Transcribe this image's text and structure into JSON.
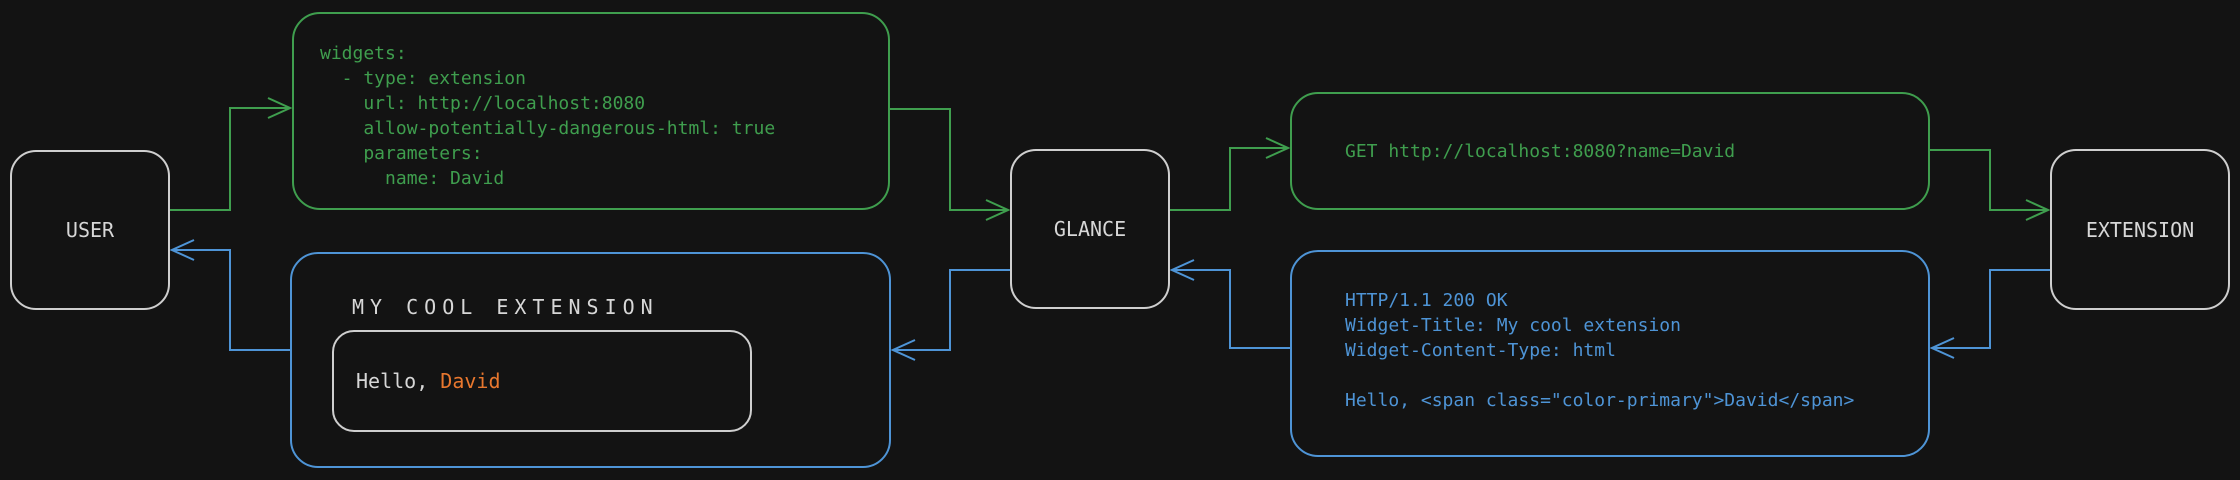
{
  "colors": {
    "background": "#131313",
    "request_green": "#3f9e4e",
    "response_blue": "#4e94d6",
    "primary_orange": "#e8772e",
    "node_border_gray": "#cfcfcf"
  },
  "nodes": {
    "user": "USER",
    "glance": "GLANCE",
    "extension": "EXTENSION"
  },
  "config_box": {
    "lines": [
      "widgets:",
      "  - type: extension",
      "    url: http://localhost:8080",
      "    allow-potentially-dangerous-html: true",
      "    parameters:",
      "      name: David"
    ]
  },
  "request_box": {
    "text": "GET http://localhost:8080?name=David"
  },
  "response_box": {
    "lines": [
      "HTTP/1.1 200 OK",
      "Widget-Title: My cool extension",
      "Widget-Content-Type: html",
      "",
      "Hello, <span class=\"color-primary\">David</span>"
    ]
  },
  "widget_box": {
    "title": "MY COOL EXTENSION",
    "greeting_prefix": "Hello, ",
    "greeting_name": "David"
  }
}
